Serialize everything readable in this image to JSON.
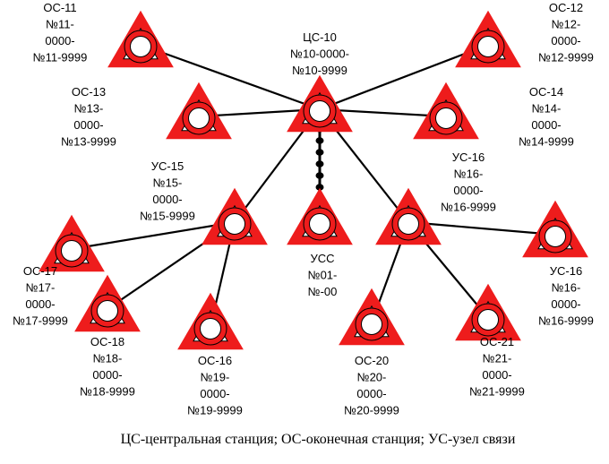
{
  "colors": {
    "node_fill": "#ee1c1c",
    "node_stroke": "#000000",
    "inner": "#ffffff",
    "line": "#000000"
  },
  "icon": "station-triangle-icon",
  "caption": "ЦС-центральная станция; ОС-оконечная станция; УС-узел связи",
  "nodes": [
    {
      "id": "cs10",
      "lines": [
        "ЦС-10",
        "№10-0000-",
        "№10-9999"
      ]
    },
    {
      "id": "os11",
      "lines": [
        "ОС-11",
        "№11-",
        "0000-",
        "№11-9999"
      ]
    },
    {
      "id": "os12",
      "lines": [
        "ОС-12",
        "№12-",
        "0000-",
        "№12-9999"
      ]
    },
    {
      "id": "os13",
      "lines": [
        "ОС-13",
        "№13-",
        "0000-",
        "№13-9999"
      ]
    },
    {
      "id": "os14",
      "lines": [
        "ОС-14",
        "№14-",
        "0000-",
        "№14-9999"
      ]
    },
    {
      "id": "us15",
      "lines": [
        "УС-15",
        "№15-",
        "0000-",
        "№15-9999"
      ]
    },
    {
      "id": "us16a",
      "lines": [
        "УС-16",
        "№16-",
        "0000-",
        "№16-9999"
      ]
    },
    {
      "id": "uss",
      "lines": [
        "УСС",
        "№01-",
        "№-00"
      ]
    },
    {
      "id": "os17",
      "lines": [
        "ОС-17",
        "№17-",
        "0000-",
        "№17-9999"
      ]
    },
    {
      "id": "os18",
      "lines": [
        "ОС-18",
        "№18-",
        "0000-",
        "№18-9999"
      ]
    },
    {
      "id": "os16",
      "lines": [
        "ОС-16",
        "№19-",
        "0000-",
        "№19-9999"
      ]
    },
    {
      "id": "os20",
      "lines": [
        "ОС-20",
        "№20-",
        "0000-",
        "№20-9999"
      ]
    },
    {
      "id": "os21",
      "lines": [
        "ОС-21",
        "№21-",
        "0000-",
        "№21-9999"
      ]
    },
    {
      "id": "us16b",
      "lines": [
        "УС-16",
        "№16-",
        "0000-",
        "№16-9999"
      ]
    }
  ],
  "edges": [
    [
      "cs10",
      "os11"
    ],
    [
      "cs10",
      "os12"
    ],
    [
      "cs10",
      "os13"
    ],
    [
      "cs10",
      "os14"
    ],
    [
      "cs10",
      "us15"
    ],
    [
      "cs10",
      "us16a"
    ],
    [
      "us15",
      "os17"
    ],
    [
      "us15",
      "os18"
    ],
    [
      "us15",
      "os16"
    ],
    [
      "us16a",
      "os20"
    ],
    [
      "us16a",
      "os21"
    ],
    [
      "us16a",
      "us16b"
    ]
  ],
  "bus_link": [
    "cs10",
    "uss"
  ]
}
